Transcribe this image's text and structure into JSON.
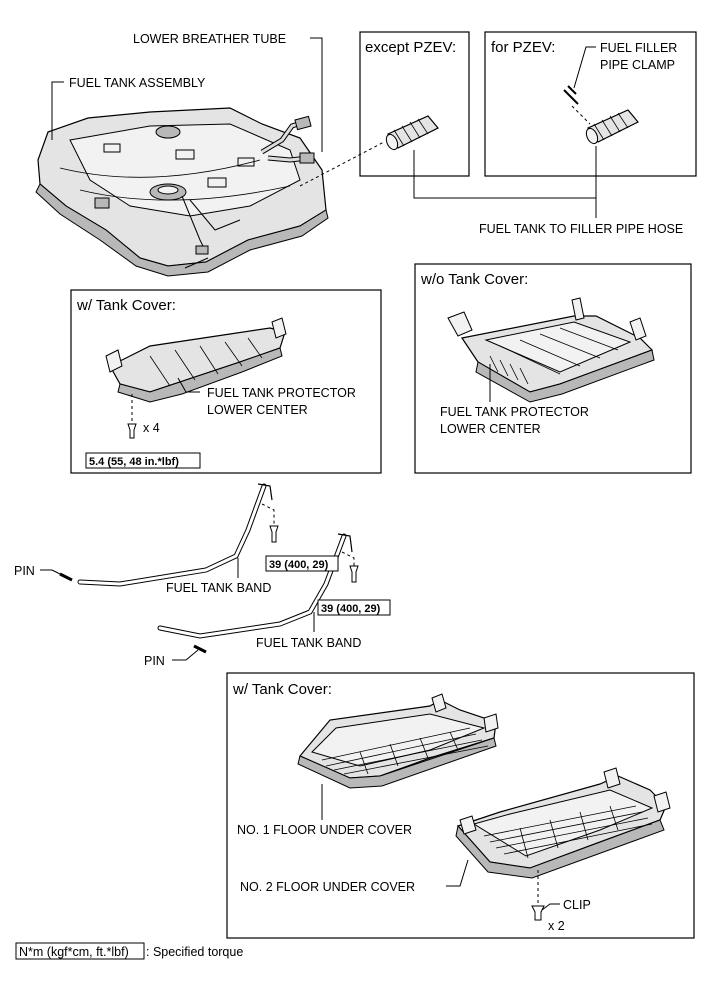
{
  "labels": {
    "lower_breather_tube": "LOWER BREATHER TUBE",
    "fuel_tank_assembly": "FUEL TANK ASSEMBLY",
    "except_pzev": "except PZEV:",
    "for_pzev": "for PZEV:",
    "fuel_filler_pipe_clamp_1": "FUEL FILLER",
    "fuel_filler_pipe_clamp_2": "PIPE CLAMP",
    "fuel_tank_to_filler_pipe_hose": "FUEL TANK TO FILLER PIPE HOSE",
    "w_tank_cover": "w/ Tank Cover:",
    "wo_tank_cover": "w/o Tank Cover:",
    "protector_1": "FUEL TANK PROTECTOR",
    "protector_2": "LOWER CENTER",
    "x4": "x 4",
    "torque_protector": "5.4 (55, 48 in.*lbf)",
    "pin": "PIN",
    "fuel_tank_band": "FUEL TANK BAND",
    "torque_band": "39 (400, 29)",
    "w_tank_cover_2": "w/ Tank Cover:",
    "no1_floor_under_cover": "NO. 1 FLOOR UNDER COVER",
    "no2_floor_under_cover": "NO. 2 FLOOR UNDER COVER",
    "clip": "CLIP",
    "x2": "x 2",
    "legend_unit": "N*m (kgf*cm, ft.*lbf)",
    "legend_desc": ": Specified torque"
  }
}
